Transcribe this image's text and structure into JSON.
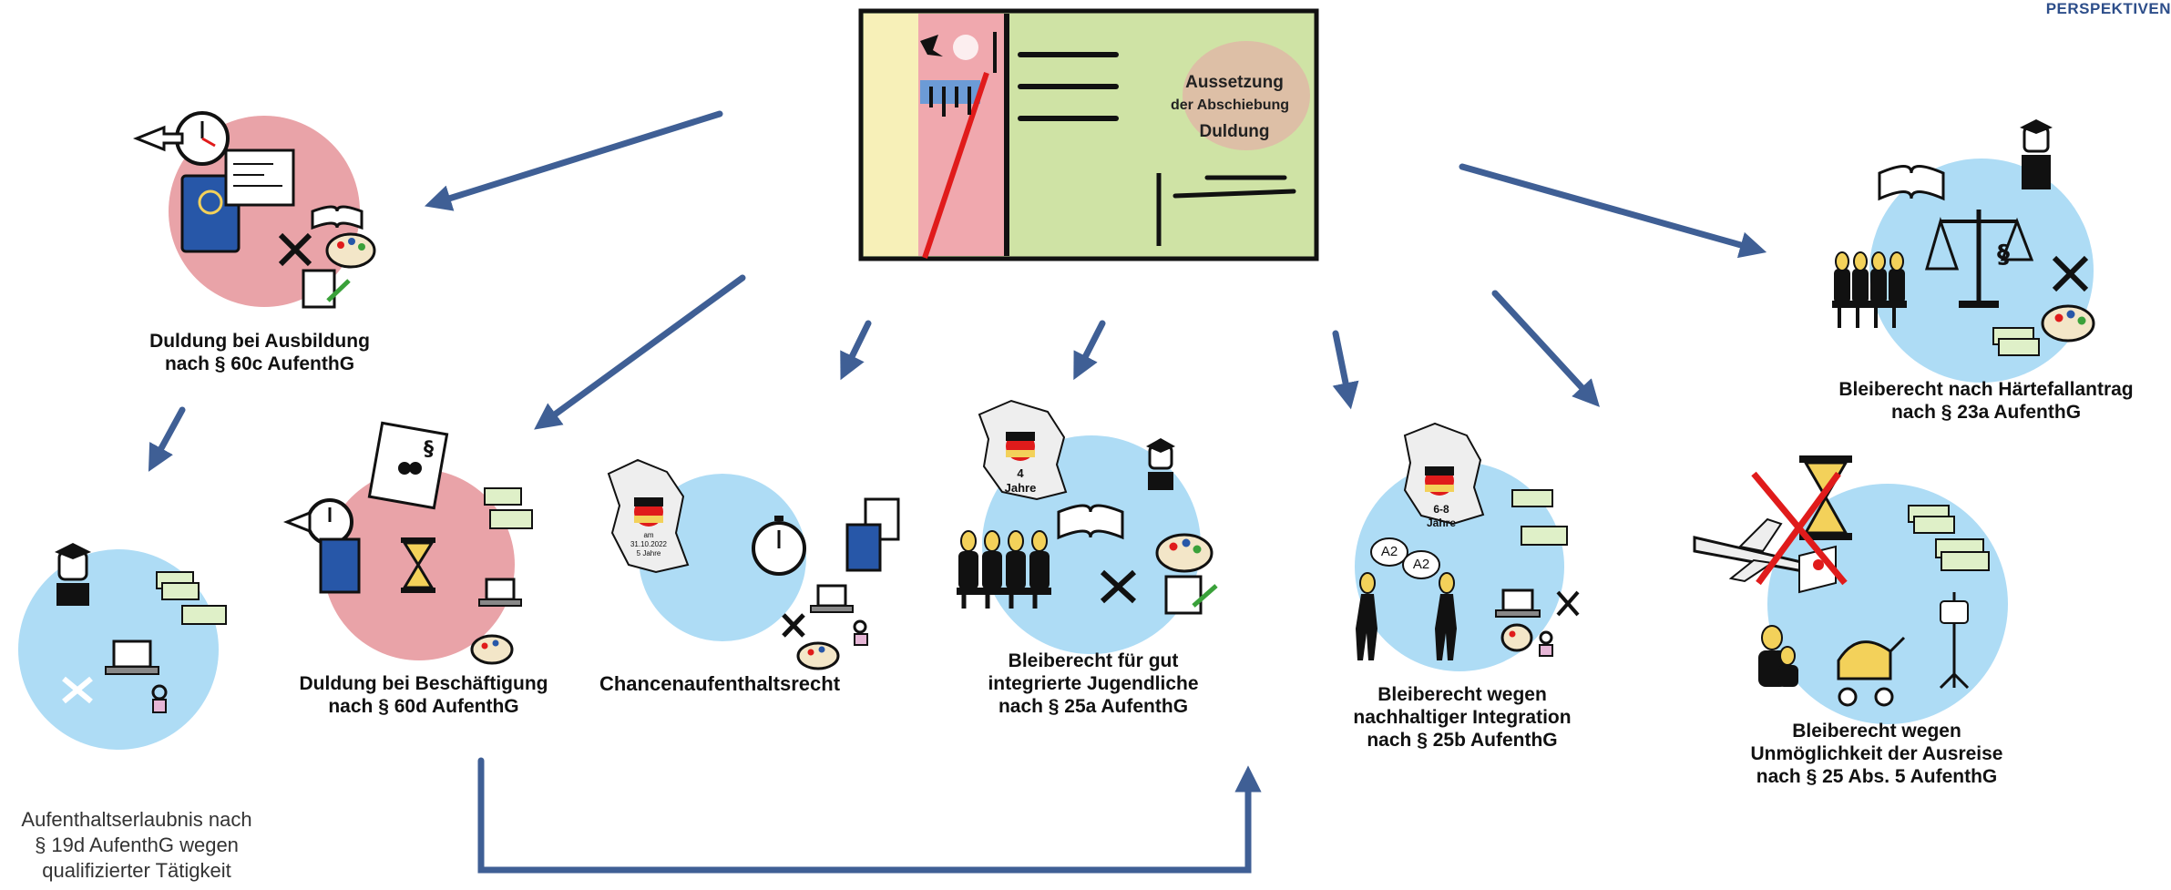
{
  "brand": "PERSPEKTIVEN",
  "card": {
    "line1": "Aussetzung",
    "line2": "der Abschiebung",
    "line3": "Duldung"
  },
  "nodes": {
    "ausbildung": {
      "l1": "Duldung bei Ausbildung",
      "l2": "nach § 60c AufenthG"
    },
    "beschaeftigung": {
      "l1": "Duldung bei Beschäftigung",
      "l2": "nach § 60d AufenthG"
    },
    "chancen": {
      "l1": "Chancenaufenthaltsrecht"
    },
    "jugendliche": {
      "l1": "Bleiberecht für gut",
      "l2": "integrierte Jugendliche",
      "l3": "nach § 25a AufenthG",
      "map_label": "4 Jahre"
    },
    "integration": {
      "l1": "Bleiberecht wegen",
      "l2": "nachhaltiger Integration",
      "l3": "nach § 25b AufenthG",
      "map_label": "6-8 Jahre",
      "bubble1": "A2",
      "bubble2": "A2"
    },
    "haertefall": {
      "l1": "Bleiberecht nach Härtefallantrag",
      "l2": "nach § 23a AufenthG"
    },
    "ausreise": {
      "l1": "Bleiberecht wegen",
      "l2": "Unmöglichkeit der Ausreise",
      "l3": "nach § 25 Abs. 5 AufenthG"
    },
    "taetigkeit": {
      "l1": "Aufenthaltserlaubnis nach",
      "l2": "§ 19d AufenthG wegen",
      "l3": "qualifizierter Tätigkeit"
    }
  },
  "chancen_map": {
    "l1": "am",
    "l2": "31.10.2022",
    "l3": "5 Jahre"
  },
  "colors": {
    "arrow": "#3f5f95",
    "blue_circle": "#aedcf5",
    "pink_circle": "#e9a3a8",
    "card_green": "#cfe3a5",
    "card_yellow": "#f7f0b8",
    "card_pink": "#f0a8ae"
  }
}
